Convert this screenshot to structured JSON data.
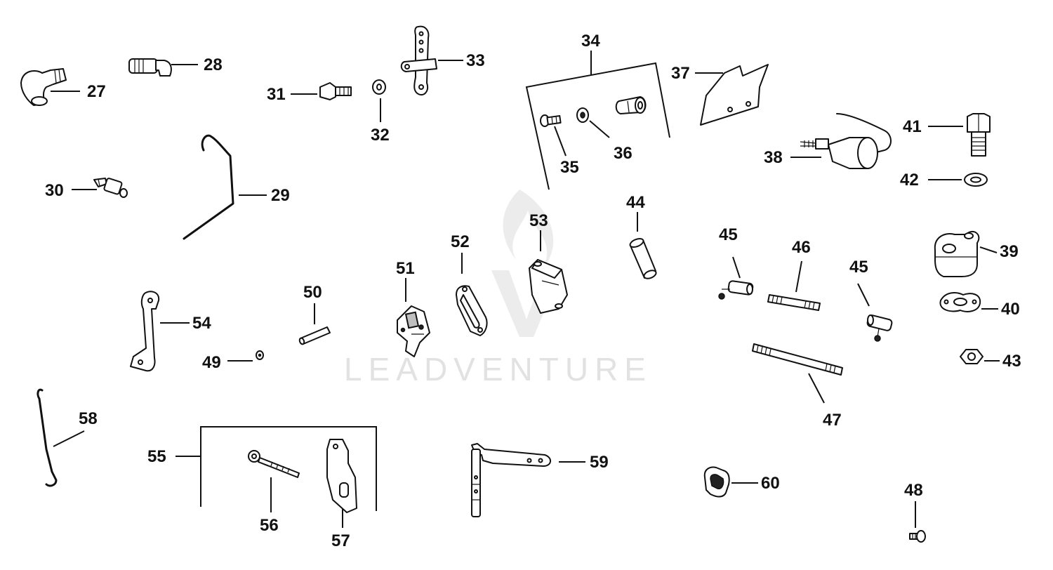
{
  "watermark": {
    "text": "LEADVENTURE"
  },
  "callouts": {
    "c27": "27",
    "c28": "28",
    "c29": "29",
    "c30": "30",
    "c31": "31",
    "c32": "32",
    "c33": "33",
    "c34": "34",
    "c35": "35",
    "c36": "36",
    "c37": "37",
    "c38": "38",
    "c39": "39",
    "c40": "40",
    "c41": "41",
    "c42": "42",
    "c43": "43",
    "c44": "44",
    "c45a": "45",
    "c45b": "45",
    "c46": "46",
    "c47": "47",
    "c48": "48",
    "c49": "49",
    "c50": "50",
    "c51": "51",
    "c52": "52",
    "c53": "53",
    "c54": "54",
    "c55": "55",
    "c56": "56",
    "c57": "57",
    "c58": "58",
    "c59": "59",
    "c60": "60"
  }
}
